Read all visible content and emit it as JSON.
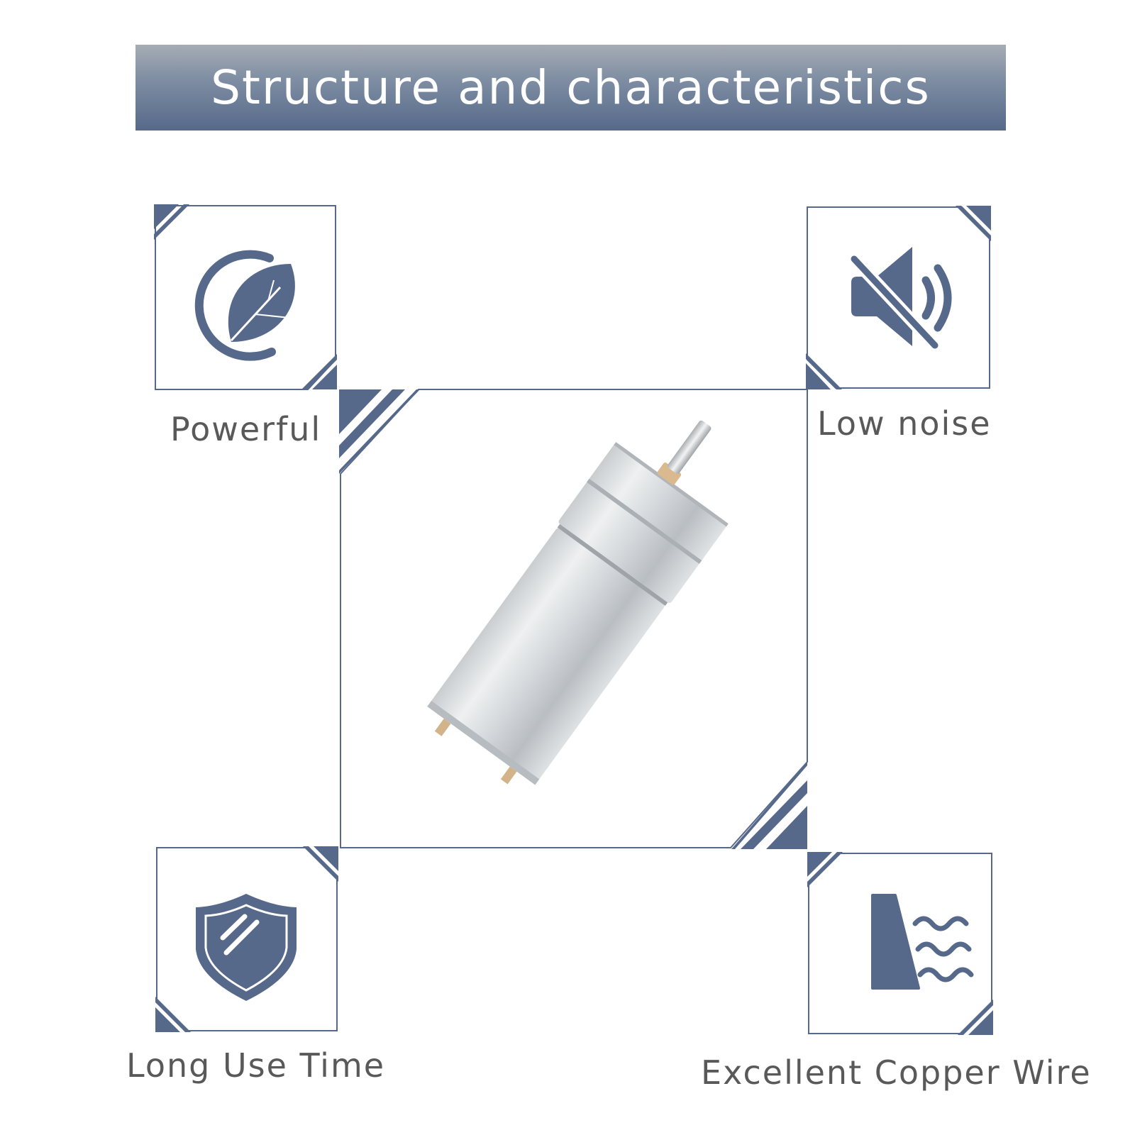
{
  "header": {
    "title": "Structure and characteristics"
  },
  "features": [
    {
      "label": "Powerful",
      "icon": "leaf-cycle-icon"
    },
    {
      "label": "Low noise",
      "icon": "speaker-mute-icon"
    },
    {
      "label": "Long Use Time",
      "icon": "shield-icon"
    },
    {
      "label": "Excellent Copper Wire",
      "icon": "wire-waves-icon"
    }
  ],
  "product": {
    "name": "geared-dc-motor-image"
  },
  "colors": {
    "accent": "#56698a",
    "label_text": "#595959",
    "motor_silver": "#cfd3d6"
  }
}
